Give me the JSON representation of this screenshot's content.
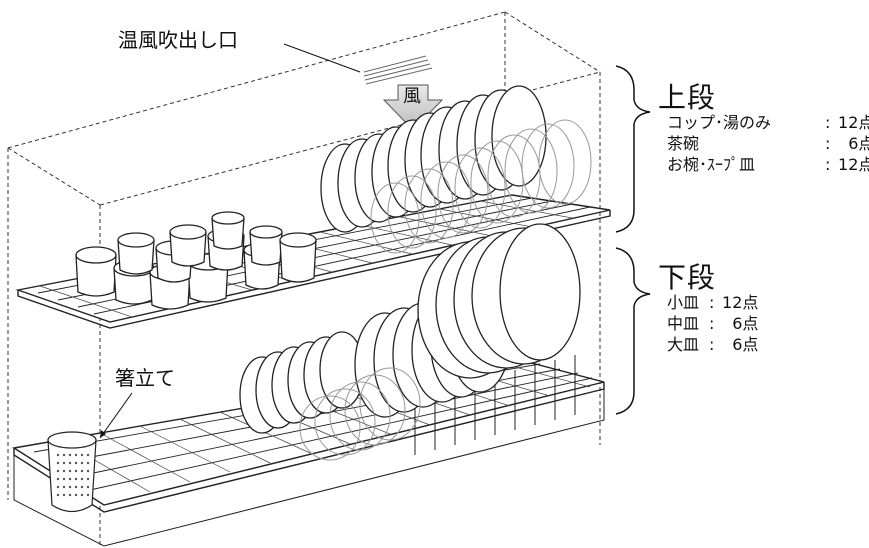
{
  "labels": {
    "warm_air_outlet": "温風吹出し口",
    "wind": "風",
    "chopstick_stand": "箸立て"
  },
  "upper_tier": {
    "title": "上段",
    "items": [
      {
        "name": "コップ･湯のみ",
        "qty": "12点"
      },
      {
        "name": "茶碗",
        "qty": "6点"
      },
      {
        "name": "お椀･ｽｰﾌﾟ皿",
        "qty": "12点"
      }
    ]
  },
  "lower_tier": {
    "title": "下段",
    "items": [
      {
        "name": "小皿",
        "qty": "12点"
      },
      {
        "name": "中皿",
        "qty": "6点"
      },
      {
        "name": "大皿",
        "qty": "6点"
      }
    ]
  }
}
